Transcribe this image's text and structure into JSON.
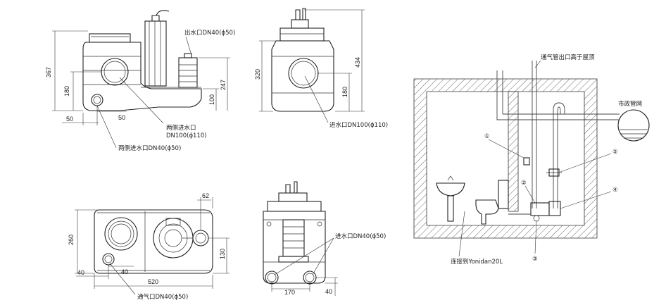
{
  "dims": {
    "d367": "367",
    "d180a": "180",
    "d247": "247",
    "d100": "100",
    "d50a": "50",
    "d50b": "50",
    "d320": "320",
    "d434": "434",
    "d180b": "180",
    "d62": "62",
    "d260": "260",
    "d130": "130",
    "d40a": "40",
    "d40b": "40",
    "d520": "520",
    "d170": "170",
    "d40c": "40"
  },
  "labels": {
    "outlet": "出水口DN40(ϕ50)",
    "side_inlet_main_1": "两侧进水口",
    "side_inlet_main_2": "DN100(ϕ110)",
    "side_inlet_small": "两侧进水口DN40(ϕ50)",
    "inlet_front": "进水口DN100(ϕ110)",
    "inlet_small": "进水口DN40(ϕ50)",
    "vent": "通气口DN40(ϕ50)",
    "vent_pipe": "通气管出口高于屋顶",
    "municipal": "市政管网",
    "connect": "连接到Yonidan20L",
    "n1": "①",
    "n2": "②",
    "n3": "③",
    "n4": "④",
    "n5": "⑤"
  }
}
